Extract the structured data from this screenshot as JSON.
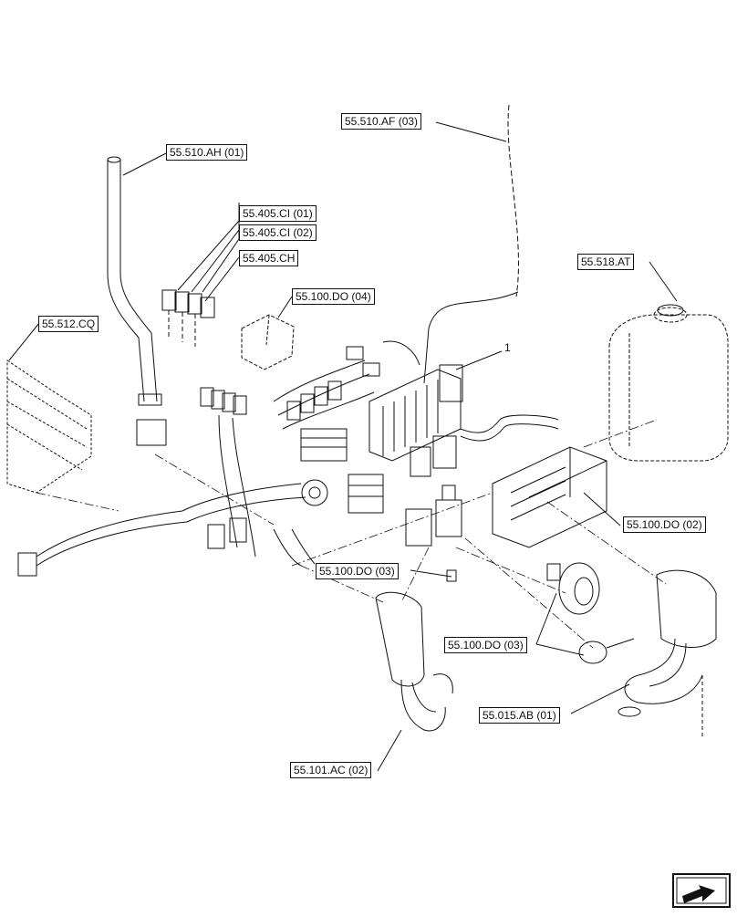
{
  "labels": {
    "af03": "55.510.AF (03)",
    "ah01": "55.510.AH (01)",
    "ci01": "55.405.CI (01)",
    "ci02": "55.405.CI (02)",
    "ch": "55.405.CH",
    "at": "55.518.AT",
    "do04": "55.100.DO (04)",
    "cq": "55.512.CQ",
    "item1": "1",
    "do02": "55.100.DO (02)",
    "do03a": "55.100.DO (03)",
    "do03b": "55.100.DO (03)",
    "ab01": "55.015.AB (01)",
    "ac02": "55.101.AC (02)"
  },
  "icons": {
    "nav": "arrow-nav-icon"
  }
}
